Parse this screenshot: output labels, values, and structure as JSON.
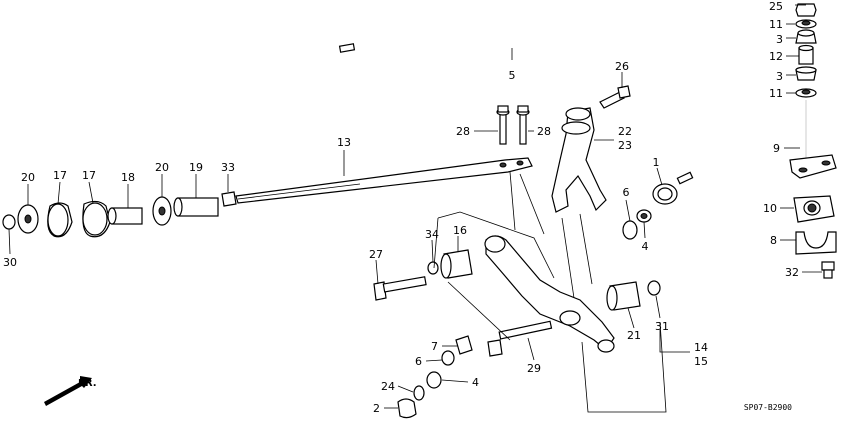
{
  "diagram_code": "SP07-B2900",
  "direction_label": "FR.",
  "callouts": [
    {
      "key": "c25",
      "text": "25"
    },
    {
      "key": "c11a",
      "text": "11"
    },
    {
      "key": "c3a",
      "text": "3"
    },
    {
      "key": "c12",
      "text": "12"
    },
    {
      "key": "c3b",
      "text": "3"
    },
    {
      "key": "c11b",
      "text": "11"
    },
    {
      "key": "c9",
      "text": "9"
    },
    {
      "key": "c10",
      "text": "10"
    },
    {
      "key": "c8",
      "text": "8"
    },
    {
      "key": "c32",
      "text": "32"
    },
    {
      "key": "c5",
      "text": "5"
    },
    {
      "key": "c26",
      "text": "26"
    },
    {
      "key": "c28a",
      "text": "28"
    },
    {
      "key": "c28b",
      "text": "28"
    },
    {
      "key": "c22",
      "text": "22"
    },
    {
      "key": "c23",
      "text": "23"
    },
    {
      "key": "c13",
      "text": "13"
    },
    {
      "key": "c1",
      "text": "1"
    },
    {
      "key": "c6a",
      "text": "6"
    },
    {
      "key": "c4a",
      "text": "4"
    },
    {
      "key": "c20a",
      "text": "20"
    },
    {
      "key": "c17a",
      "text": "17"
    },
    {
      "key": "c17b",
      "text": "17"
    },
    {
      "key": "c18",
      "text": "18"
    },
    {
      "key": "c20b",
      "text": "20"
    },
    {
      "key": "c19",
      "text": "19"
    },
    {
      "key": "c33",
      "text": "33"
    },
    {
      "key": "c30",
      "text": "30"
    },
    {
      "key": "c34",
      "text": "34"
    },
    {
      "key": "c16",
      "text": "16"
    },
    {
      "key": "c27",
      "text": "27"
    },
    {
      "key": "c31",
      "text": "31"
    },
    {
      "key": "c21",
      "text": "21"
    },
    {
      "key": "c14",
      "text": "14"
    },
    {
      "key": "c15",
      "text": "15"
    },
    {
      "key": "c7",
      "text": "7"
    },
    {
      "key": "c6b",
      "text": "6"
    },
    {
      "key": "c4b",
      "text": "4"
    },
    {
      "key": "c24",
      "text": "24"
    },
    {
      "key": "c2",
      "text": "2"
    },
    {
      "key": "c29",
      "text": "29"
    }
  ]
}
